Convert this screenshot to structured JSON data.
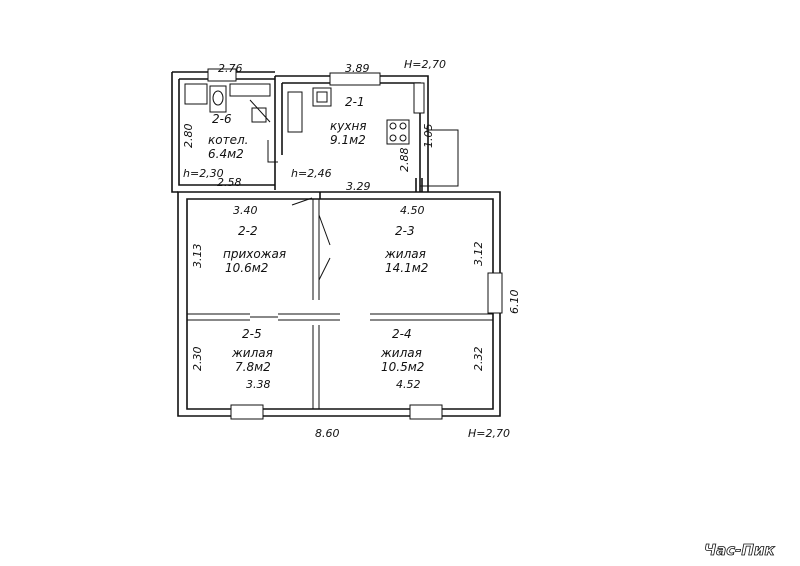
{
  "rooms": [
    {
      "id": "2-1",
      "name": "кухня",
      "area": "9.1м2"
    },
    {
      "id": "2-2",
      "name": "прихожая",
      "area": "10.6м2"
    },
    {
      "id": "2-3",
      "name": "жилая",
      "area": "14.1м2"
    },
    {
      "id": "2-4",
      "name": "жилая",
      "area": "10.5м2"
    },
    {
      "id": "2-5",
      "name": "жилая",
      "area": "7.8м2"
    },
    {
      "id": "2-6",
      "name": "котел.",
      "area": "6.4м2"
    }
  ],
  "dimensions": {
    "top_left": "2.76",
    "top_right": "3.89",
    "height_top": "H=2,70",
    "boiler_side": "2.80",
    "boiler_height": "h=2,30",
    "boiler_bottom": "2.58",
    "kitchen_height": "h=2,46",
    "kitchen_bottom": "3.29",
    "kitchen_side": "2.88",
    "small_side": "1.05",
    "hall_top": "3.40",
    "room3_top": "4.50",
    "hall_side": "3.13",
    "room3_side": "3.12",
    "overall_side": "6.10",
    "room5_side": "2.30",
    "room4_side": "2.32",
    "room5_bottom": "3.38",
    "room4_bottom": "4.52",
    "overall_bottom": "8.60",
    "height_bottom": "H=2,70"
  },
  "watermark": "Час-Пик"
}
